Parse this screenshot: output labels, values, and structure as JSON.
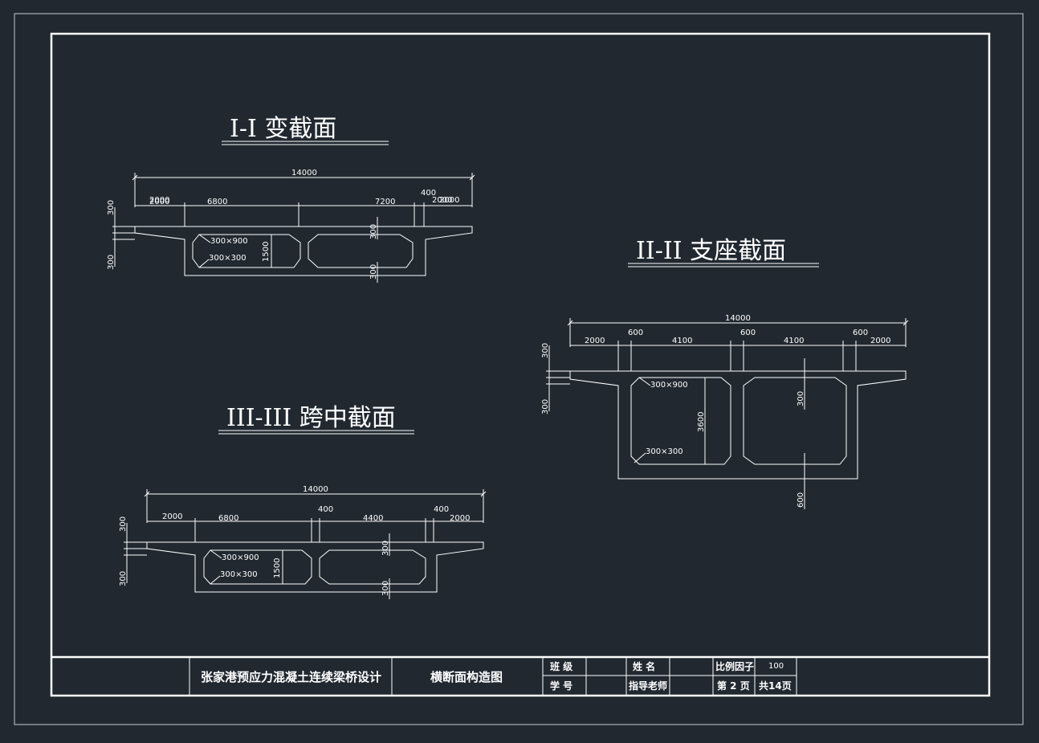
{
  "sections": {
    "s1": {
      "title": "I-I  变截面",
      "total_width": "14000",
      "segments": [
        "2000",
        "6800",
        "7200",
        "400",
        "2000",
        "2000"
      ],
      "overhang_top": "300",
      "overhang_bottom": "300",
      "chamfer_top": "300×900",
      "chamfer_bottom": "300×300",
      "height": "1500",
      "deck_thickness": "300",
      "bottom_thickness": "300"
    },
    "s2": {
      "title": "II-II  支座截面",
      "total_width": "14000",
      "segments": [
        "2000",
        "600",
        "4100",
        "600",
        "4100",
        "600",
        "2000"
      ],
      "overhang_top": "300",
      "overhang_bottom": "300",
      "chamfer_top": "300×900",
      "chamfer_bottom": "300×300",
      "height": "3600",
      "deck_thickness": "300",
      "bottom_thickness": "600"
    },
    "s3": {
      "title": "III-III  跨中截面",
      "total_width": "14000",
      "segments": [
        "2000",
        "6800",
        "400",
        "4400",
        "400",
        "2000"
      ],
      "overhang_top": "300",
      "overhang_bottom": "300",
      "chamfer_top": "300×900",
      "chamfer_bottom": "300×300",
      "height": "1500",
      "deck_thickness": "300",
      "bottom_thickness": "300"
    }
  },
  "title_block": {
    "project": "张家港预应力混凝土连续梁桥设计",
    "drawing": "横断面构造图",
    "class_label": "班  级",
    "student_id_label": "学  号",
    "name_label": "姓  名",
    "advisor_label": "指导老师",
    "scale_label": "比例因子",
    "scale_value": "100",
    "page_label": "第 2 页",
    "total_label": "共14页"
  },
  "colors": {
    "background": "#212830",
    "lines": "#ffffff"
  }
}
